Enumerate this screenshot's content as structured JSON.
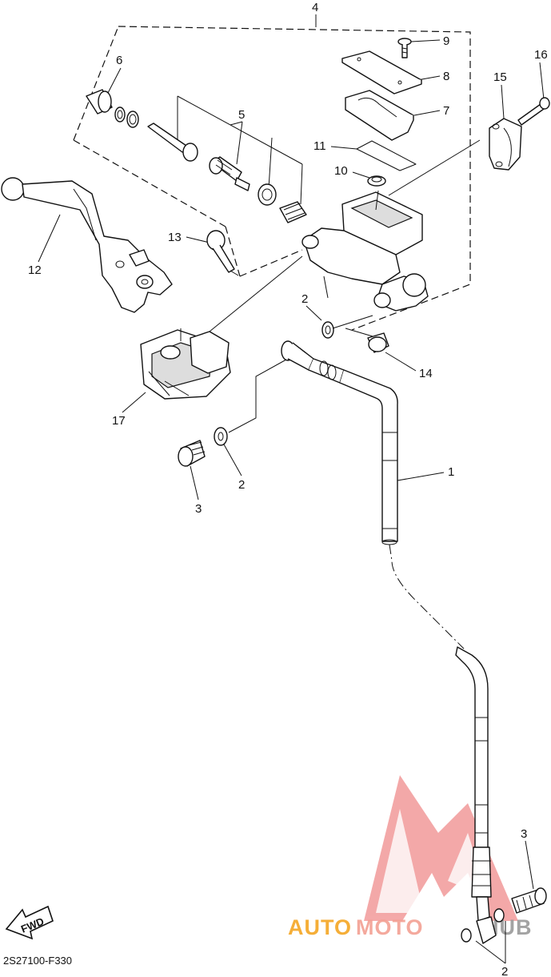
{
  "diagram_code": "2S27100-F330",
  "fwd_label": "FWD",
  "watermark": {
    "part1": "AUTO",
    "part2": "MOTO",
    "part3": "HUB",
    "color_part1": "#f5a623",
    "color_part2": "#f3a093",
    "color_part3": "#9a9a9a",
    "logo_color": "#f08c8c"
  },
  "callouts": {
    "c1": "1",
    "c2a": "2",
    "c2b": "2",
    "c2c": "2",
    "c3a": "3",
    "c3b": "3",
    "c4": "4",
    "c5": "5",
    "c6": "6",
    "c7": "7",
    "c8": "8",
    "c9": "9",
    "c10": "10",
    "c11": "11",
    "c12": "12",
    "c13": "13",
    "c14": "14",
    "c15": "15",
    "c16": "16",
    "c17": "17"
  }
}
